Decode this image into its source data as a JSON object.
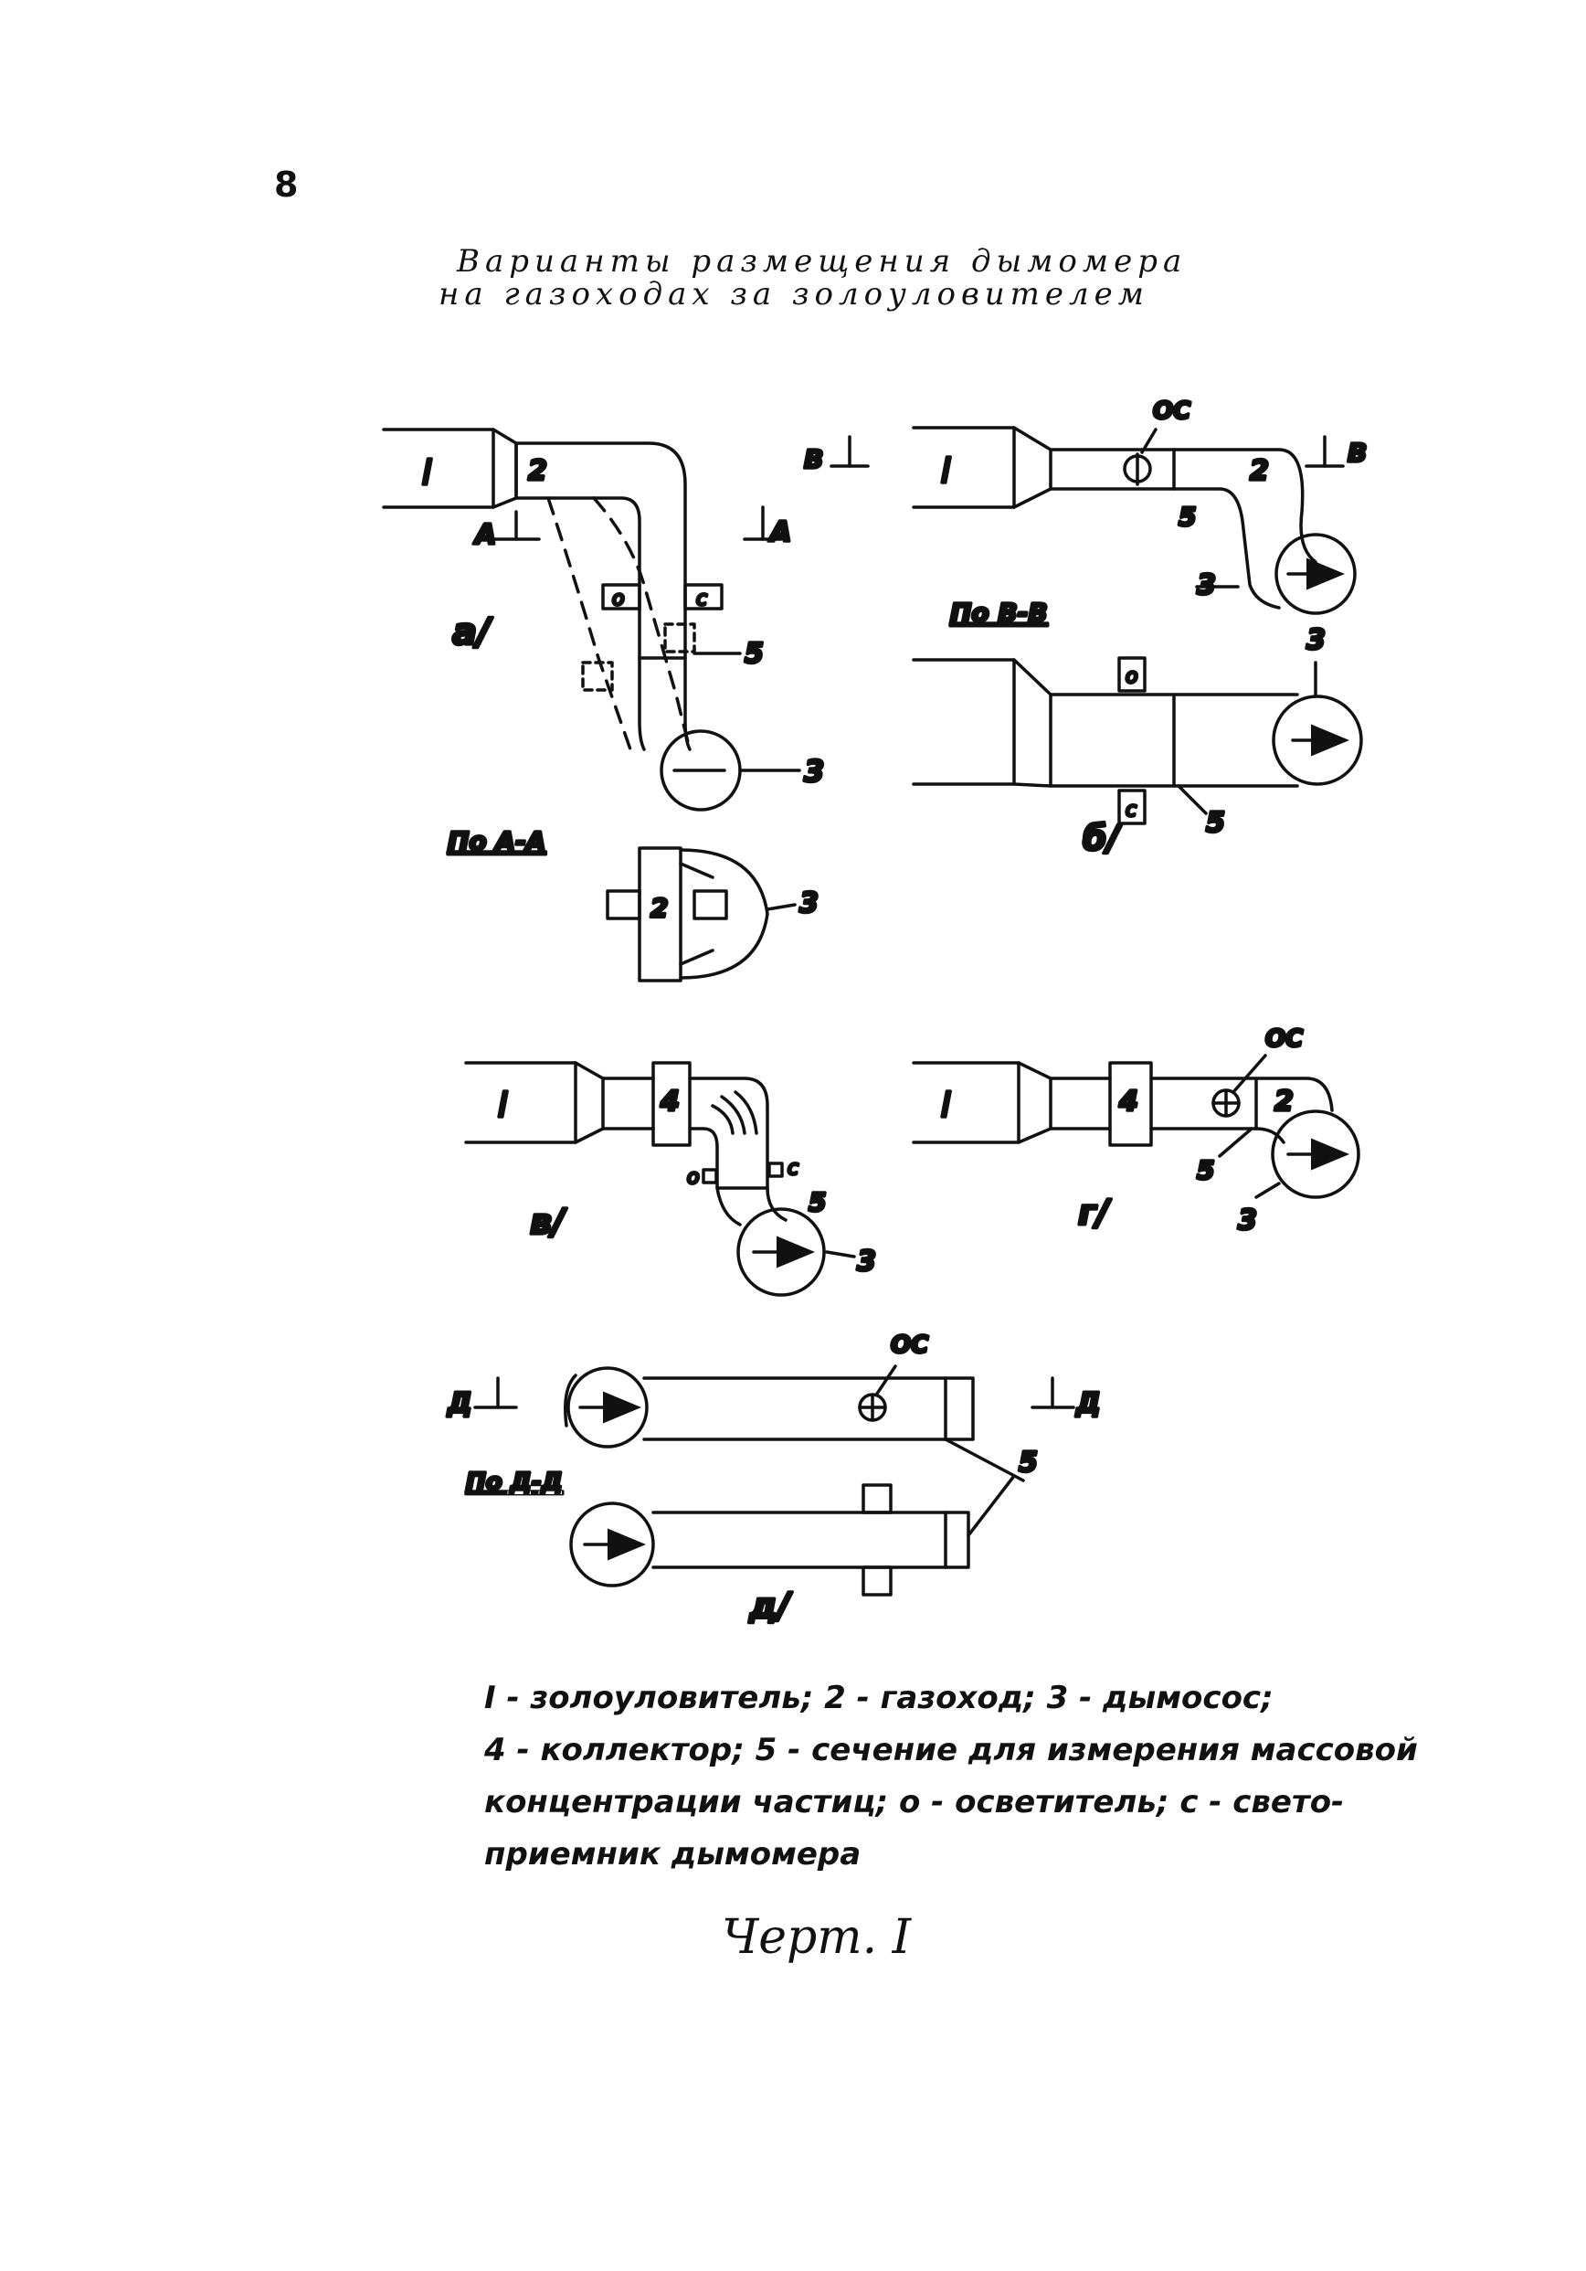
{
  "page_number": "8",
  "title": {
    "line1": "Варианты размещения дымомера",
    "line2": "на газоходах за золоуловителем"
  },
  "labels": {
    "roman_one": "I",
    "n2": "2",
    "n3": "3",
    "n4": "4",
    "n5": "5",
    "o": "о",
    "c": "с",
    "oc": "ОС",
    "section_a_mark": "А",
    "section_b_mark": "В",
    "section_d_mark": "Д",
    "view_a": "По А-А",
    "view_b": "По В-В",
    "view_d": "По Д-Д",
    "variant_a": "а/",
    "variant_b": "б/",
    "variant_v": "в/",
    "variant_g": "г/",
    "variant_d": "д/"
  },
  "legend": {
    "line1": "I - золоуловитель; 2 - газоход; 3 - дымосос;",
    "line2": "4 - коллектор; 5 - сечение для измерения массовой",
    "line3": "концентрации частиц; о - осветитель; с - свето-",
    "line4": "приемник дымомера"
  },
  "caption": "Черт. I"
}
